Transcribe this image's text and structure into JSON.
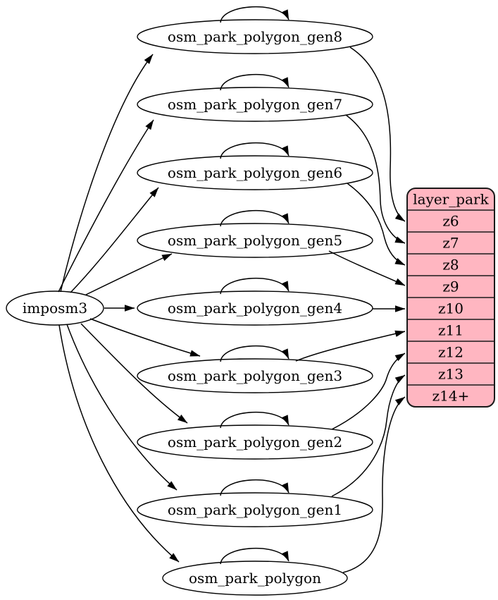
{
  "diagram": {
    "background_color": "#ffffff",
    "edge_color": "#000000",
    "source": {
      "label": "imposm3"
    },
    "tables": [
      {
        "label": "osm_park_polygon_gen8",
        "zoom_target": "z6"
      },
      {
        "label": "osm_park_polygon_gen7",
        "zoom_target": "z7"
      },
      {
        "label": "osm_park_polygon_gen6",
        "zoom_target": "z8"
      },
      {
        "label": "osm_park_polygon_gen5",
        "zoom_target": "z9"
      },
      {
        "label": "osm_park_polygon_gen4",
        "zoom_target": "z10"
      },
      {
        "label": "osm_park_polygon_gen3",
        "zoom_target": "z11"
      },
      {
        "label": "osm_park_polygon_gen2",
        "zoom_target": "z12"
      },
      {
        "label": "osm_park_polygon_gen1",
        "zoom_target": "z13"
      },
      {
        "label": "osm_park_polygon",
        "zoom_target": "z14+"
      }
    ],
    "layer": {
      "title": "layer_park",
      "rows": [
        "z6",
        "z7",
        "z8",
        "z9",
        "z10",
        "z11",
        "z12",
        "z13",
        "z14+"
      ],
      "fill_color": "#FFB6C1",
      "stroke_color": "#1a1a1a",
      "text_color": "#000000"
    },
    "edges": [
      {
        "from": "imposm3",
        "to": "osm_park_polygon_gen8",
        "type": "import"
      },
      {
        "from": "imposm3",
        "to": "osm_park_polygon_gen7",
        "type": "import"
      },
      {
        "from": "imposm3",
        "to": "osm_park_polygon_gen6",
        "type": "import"
      },
      {
        "from": "imposm3",
        "to": "osm_park_polygon_gen5",
        "type": "import"
      },
      {
        "from": "imposm3",
        "to": "osm_park_polygon_gen4",
        "type": "import"
      },
      {
        "from": "imposm3",
        "to": "osm_park_polygon_gen3",
        "type": "import"
      },
      {
        "from": "imposm3",
        "to": "osm_park_polygon_gen2",
        "type": "import"
      },
      {
        "from": "imposm3",
        "to": "osm_park_polygon_gen1",
        "type": "import"
      },
      {
        "from": "imposm3",
        "to": "osm_park_polygon",
        "type": "import"
      },
      {
        "from": "osm_park_polygon_gen8",
        "to": "osm_park_polygon_gen8",
        "type": "self"
      },
      {
        "from": "osm_park_polygon_gen7",
        "to": "osm_park_polygon_gen7",
        "type": "self"
      },
      {
        "from": "osm_park_polygon_gen6",
        "to": "osm_park_polygon_gen6",
        "type": "self"
      },
      {
        "from": "osm_park_polygon_gen5",
        "to": "osm_park_polygon_gen5",
        "type": "self"
      },
      {
        "from": "osm_park_polygon_gen4",
        "to": "osm_park_polygon_gen4",
        "type": "self"
      },
      {
        "from": "osm_park_polygon_gen3",
        "to": "osm_park_polygon_gen3",
        "type": "self"
      },
      {
        "from": "osm_park_polygon_gen2",
        "to": "osm_park_polygon_gen2",
        "type": "self"
      },
      {
        "from": "osm_park_polygon_gen1",
        "to": "osm_park_polygon_gen1",
        "type": "self"
      },
      {
        "from": "osm_park_polygon",
        "to": "osm_park_polygon",
        "type": "self"
      },
      {
        "from": "osm_park_polygon_gen8",
        "to": "z6",
        "type": "layer"
      },
      {
        "from": "osm_park_polygon_gen7",
        "to": "z7",
        "type": "layer"
      },
      {
        "from": "osm_park_polygon_gen6",
        "to": "z8",
        "type": "layer"
      },
      {
        "from": "osm_park_polygon_gen5",
        "to": "z9",
        "type": "layer"
      },
      {
        "from": "osm_park_polygon_gen4",
        "to": "z10",
        "type": "layer"
      },
      {
        "from": "osm_park_polygon_gen3",
        "to": "z11",
        "type": "layer"
      },
      {
        "from": "osm_park_polygon_gen2",
        "to": "z12",
        "type": "layer"
      },
      {
        "from": "osm_park_polygon_gen1",
        "to": "z13",
        "type": "layer"
      },
      {
        "from": "osm_park_polygon",
        "to": "z14+",
        "type": "layer"
      }
    ]
  }
}
